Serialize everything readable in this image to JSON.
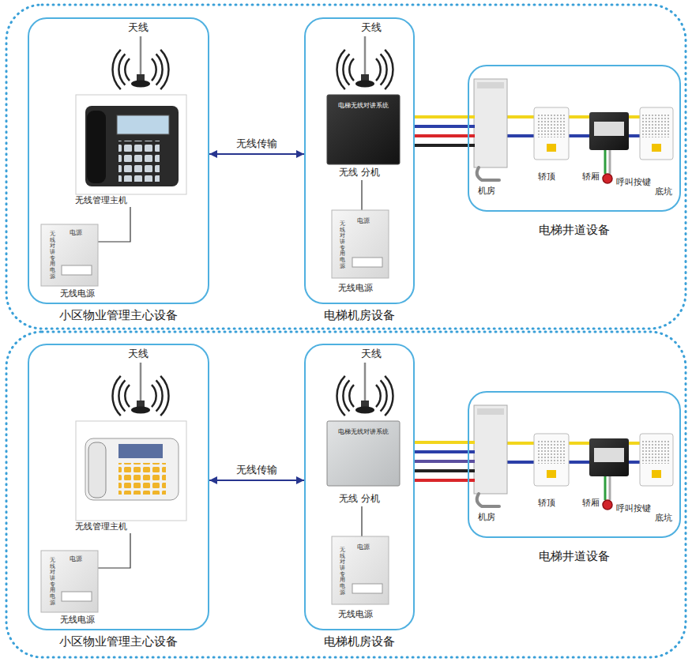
{
  "diagram": {
    "nodes": [
      {
        "text": [
          "小区物业管理主心设备"
        ]
      },
      {
        "text": [
          "电梯机房设备"
        ]
      },
      {
        "text": [
          "电梯井道设备"
        ]
      },
      {
        "text": [
          "小区物业管理主心设备"
        ]
      },
      {
        "text": [
          "电梯机房设备"
        ]
      },
      {
        "text": [
          "电梯井道设备"
        ]
      }
    ],
    "edges": [
      {
        "from": 0,
        "to": 1,
        "arrow": "both",
        "label": "无线传输"
      },
      {
        "from": 1,
        "to": 2,
        "arrow": "none"
      },
      {
        "from": 1,
        "to": 2,
        "arrow": "none"
      },
      {
        "from": 1,
        "to": 2,
        "arrow": "none"
      },
      {
        "from": 1,
        "to": 2,
        "arrow": "none"
      },
      {
        "from": 3,
        "to": 4,
        "arrow": "both",
        "label": "无线传输"
      },
      {
        "from": 4,
        "to": 5,
        "arrow": "none"
      },
      {
        "from": 4,
        "to": 5,
        "arrow": "none"
      },
      {
        "from": 4,
        "to": 5,
        "arrow": "none"
      },
      {
        "from": 4,
        "to": 5,
        "arrow": "none"
      },
      {
        "from": 4,
        "to": 5,
        "arrow": "none"
      }
    ],
    "labels": [
      "天线",
      "无线管理主机",
      "无线对讲专用电源",
      "电源",
      "无线电源",
      "天线",
      "电梯无线对讲系统",
      "无线 分机",
      "无线对讲专用电源",
      "电源",
      "无线电源",
      "机房",
      "轿顶",
      "轿厢",
      "呼叫按键",
      "底坑",
      "天线",
      "无线管理主机",
      "无线对讲专用电源",
      "电源",
      "无线电源",
      "天线",
      "电梯无线对讲系统",
      "无线 分机",
      "无线对讲专用电源",
      "电源",
      "无线电源",
      "机房",
      "轿顶",
      "轿厢",
      "呼叫按键",
      "底坑"
    ]
  }
}
